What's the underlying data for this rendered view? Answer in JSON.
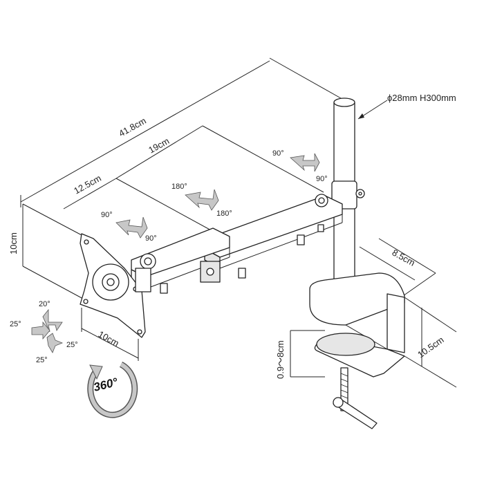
{
  "dimensions": {
    "total_length": "41.8cm",
    "arm_length": "19cm",
    "inner_arm_length": "12.5cm",
    "height_left": "10cm",
    "plate_width": "10cm",
    "clamp_depth": "8.5cm",
    "clamp_height": "10.5cm",
    "clamp_range": "0.9～8cm",
    "pole_spec": "ϕ28mm H300mm"
  },
  "angles": {
    "pole_joint": {
      "a": "90°",
      "b": "90°"
    },
    "middle_joint": {
      "a": "180°",
      "b": "180°"
    },
    "head_joint": {
      "a": "90°",
      "b": "90°"
    },
    "tilt": {
      "top": "20°",
      "left": "25°",
      "right": "25°",
      "bottom": "25°"
    }
  },
  "rotation": {
    "label": "360°"
  },
  "colors": {
    "line": "#222222",
    "arrow_fill": "#c7c7c7"
  }
}
